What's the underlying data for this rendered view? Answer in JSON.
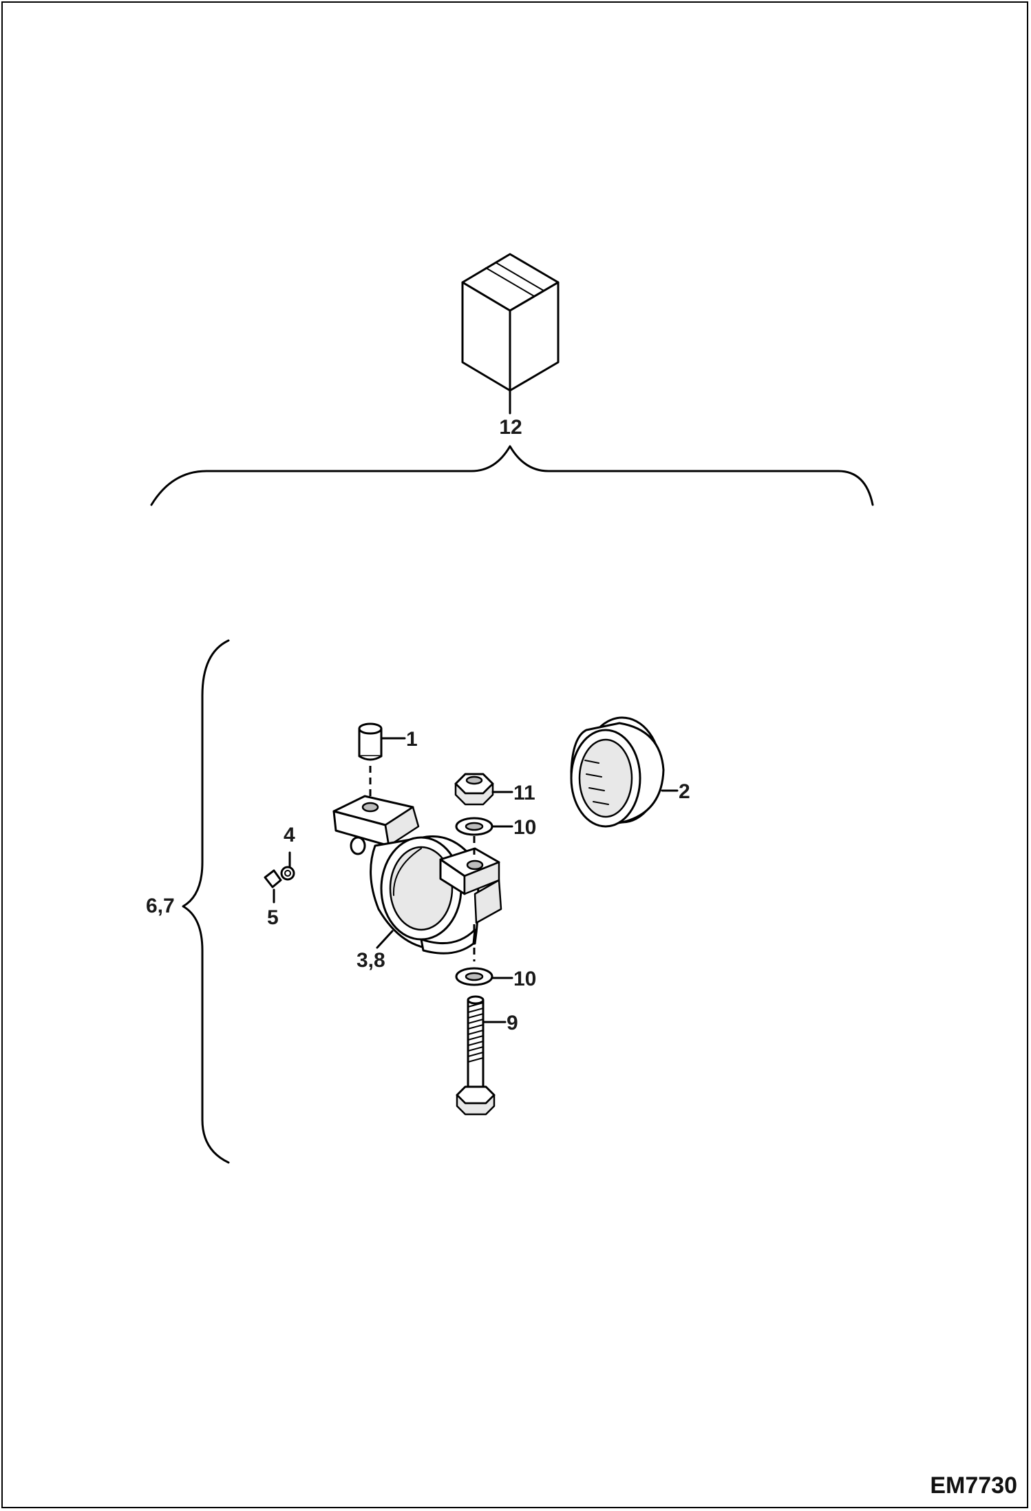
{
  "document_code": "EM7730",
  "callouts": {
    "c1": "1",
    "c2": "2",
    "c3_8": "3,8",
    "c4": "4",
    "c5": "5",
    "c6_7": "6,7",
    "c9": "9",
    "c10_top": "10",
    "c10_bottom": "10",
    "c11": "11",
    "c12": "12"
  },
  "colors": {
    "line": "#000000",
    "background": "#ffffff",
    "shade": "#e8e8e8"
  }
}
